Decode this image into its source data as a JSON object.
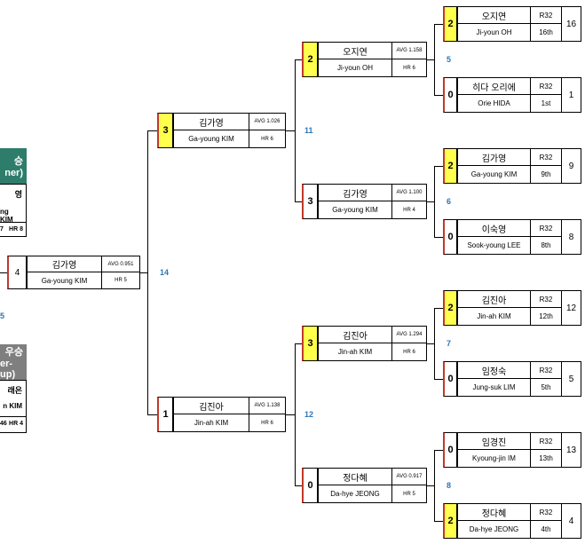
{
  "winner": {
    "banner_line1": "승",
    "banner_line2": "ner)",
    "name_ko": "영",
    "name_en": "ng KIM",
    "stat_avg": "7",
    "stat_hr": "HR 8",
    "color": "#2e7d6b"
  },
  "runner_up": {
    "banner_line1": "우승",
    "banner_line2": "er-up)",
    "name_ko": "래은",
    "name_en": "n KIM",
    "stat_avg": "46",
    "stat_hr": "HR 4",
    "color": "#7f7f7f"
  },
  "final_match_no_partial": "5",
  "final": {
    "score": "4",
    "name_ko": "김가영",
    "name_en": "Ga-young KIM",
    "avg": "AVG 0.951",
    "hr": "HR 5",
    "match_no": "14"
  },
  "semis": [
    {
      "score": "3",
      "name_ko": "김가영",
      "name_en": "Ga-young KIM",
      "avg": "AVG 1.026",
      "hr": "HR 6",
      "match_no": "11"
    },
    {
      "score": "1",
      "name_ko": "김진아",
      "name_en": "Jin-ah KIM",
      "avg": "AVG 1.138",
      "hr": "HR 6",
      "match_no": "12"
    }
  ],
  "quarters": [
    {
      "score": "2",
      "name_ko": "오지연",
      "name_en": "Ji-youn OH",
      "avg": "AVG 1.158",
      "hr": "HR 6",
      "match_no": "5"
    },
    {
      "score": "3",
      "name_ko": "김가영",
      "name_en": "Ga-young KIM",
      "avg": "AVG 1.100",
      "hr": "HR 4",
      "match_no": "6"
    },
    {
      "score": "3",
      "name_ko": "김진아",
      "name_en": "Jin-ah KIM",
      "avg": "AVG 1.294",
      "hr": "HR 6",
      "match_no": "7"
    },
    {
      "score": "0",
      "name_ko": "정다혜",
      "name_en": "Da-hye JEONG",
      "avg": "AVG 0.917",
      "hr": "HR 5",
      "match_no": "8"
    }
  ],
  "r32": [
    {
      "score": "2",
      "name_ko": "오지연",
      "name_en": "Ji-youn OH",
      "round": "R32",
      "rank": "16th",
      "seed": "16"
    },
    {
      "score": "0",
      "name_ko": "히다 오리에",
      "name_en": "Orie HIDA",
      "round": "R32",
      "rank": "1st",
      "seed": "1"
    },
    {
      "score": "2",
      "name_ko": "김가영",
      "name_en": "Ga-young KIM",
      "round": "R32",
      "rank": "9th",
      "seed": "9"
    },
    {
      "score": "0",
      "name_ko": "이숙영",
      "name_en": "Sook-young LEE",
      "round": "R32",
      "rank": "8th",
      "seed": "8"
    },
    {
      "score": "2",
      "name_ko": "김진아",
      "name_en": "Jin-ah KIM",
      "round": "R32",
      "rank": "12th",
      "seed": "12"
    },
    {
      "score": "0",
      "name_ko": "임정숙",
      "name_en": "Jung-suk LIM",
      "round": "R32",
      "rank": "5th",
      "seed": "5"
    },
    {
      "score": "0",
      "name_ko": "임경진",
      "name_en": "Kyoung-jin IM",
      "round": "R32",
      "rank": "13th",
      "seed": "13"
    },
    {
      "score": "2",
      "name_ko": "정다혜",
      "name_en": "Da-hye JEONG",
      "round": "R32",
      "rank": "4th",
      "seed": "4"
    }
  ],
  "colors": {
    "winner_highlight": "#ffff4d",
    "accent_red": "#c0392b",
    "match_no_blue": "#2e75b6"
  }
}
